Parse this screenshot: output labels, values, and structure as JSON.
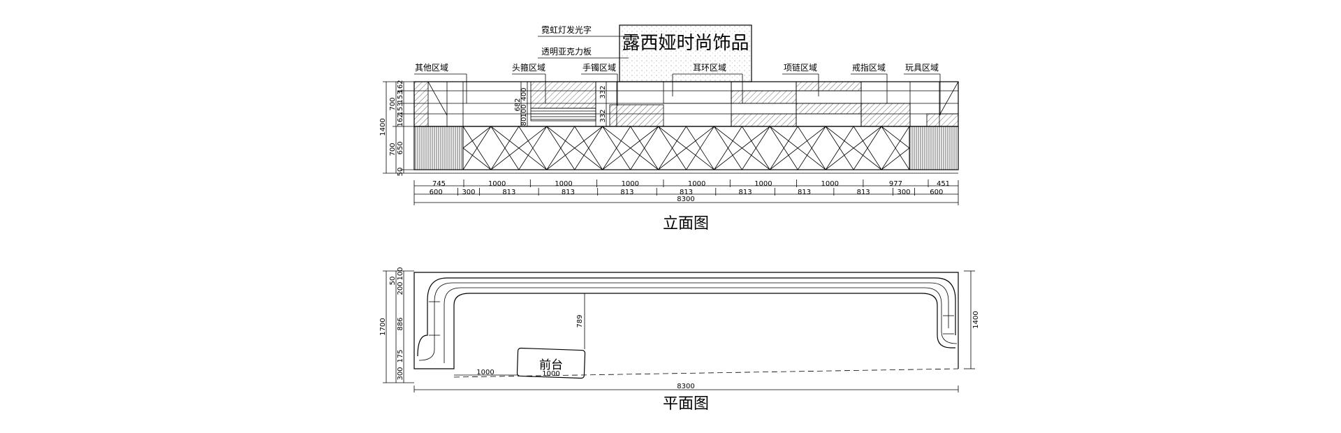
{
  "signage": {
    "text": "露西娅时尚饰品",
    "neon_note": "霓虹灯发光字",
    "acrylic_note": "透明亚克力板"
  },
  "elevation": {
    "title": "立面图",
    "zones": [
      "其他区域",
      "头箍区域",
      "手镯区域",
      "耳环区域",
      "项链区域",
      "戒指区域",
      "玩具区域"
    ],
    "height_dims": [
      "1400",
      "700",
      "700",
      "162",
      "153",
      "153",
      "162",
      "650",
      "50"
    ],
    "inner_dims": [
      "682",
      "400",
      "100",
      "80",
      "332",
      "332"
    ],
    "dims_row1": [
      "745",
      "1000",
      "1000",
      "1000",
      "1000",
      "1000",
      "1000",
      "977",
      "451"
    ],
    "dims_row2": [
      "600",
      "300",
      "813",
      "813",
      "813",
      "813",
      "813",
      "813",
      "813",
      "300",
      "600"
    ],
    "total": "8300"
  },
  "plan": {
    "title": "平面图",
    "counter_label": "前台",
    "left_dims": [
      "1700",
      "100",
      "50",
      "200",
      "886",
      "175",
      "300"
    ],
    "right_dim": "1400",
    "dim_789": "789",
    "dim_1000a": "1000",
    "dim_1000b": "1000",
    "total": "8300"
  }
}
